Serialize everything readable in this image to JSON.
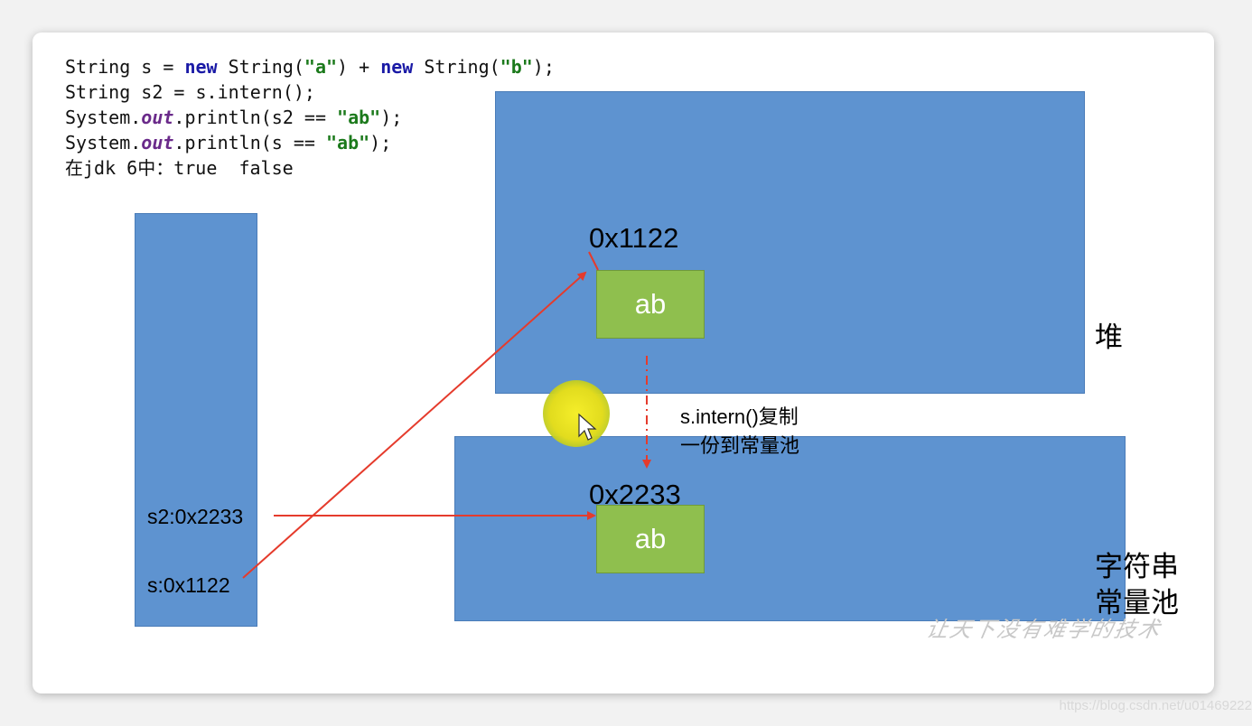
{
  "code": {
    "line1": {
      "p1": "String s = ",
      "k1": "new",
      "p2": " String(",
      "s1": "\"a\"",
      "p3": ") + ",
      "k2": "new",
      "p4": " String(",
      "s2": "\"b\"",
      "p5": ");"
    },
    "line2": {
      "p1": "String s2 = s.intern();"
    },
    "line3": {
      "p1": "System.",
      "f1": "out",
      "p2": ".println(s2 == ",
      "s1": "\"ab\"",
      "p3": ");"
    },
    "line4": {
      "p1": "System.",
      "f1": "out",
      "p2": ".println(s == ",
      "s1": "\"ab\"",
      "p3": ");"
    },
    "line5": {
      "p1": "在jdk 6中：true  false"
    }
  },
  "diagram": {
    "heap_label": "堆",
    "pool_label_line1": "字符串",
    "pool_label_line2": "常量池",
    "heap_address": "0x1122",
    "heap_object": "ab",
    "pool_address": "0x2233",
    "pool_object": "ab",
    "stack_var_s2": "s2:0x2233",
    "stack_var_s": "s:0x1122",
    "intern_note_line1": "s.intern()复制",
    "intern_note_line2": "一份到常量池"
  },
  "watermark": "让天下没有难学的技术",
  "url": "https://blog.csdn.net/u01469222",
  "colors": {
    "box_blue": "#5e93d0",
    "box_green": "#8fbf4e",
    "arrow_red": "#e53b2c",
    "cursor_highlight": "#e8e020"
  },
  "icons": {
    "cursor": "mouse-pointer-icon"
  }
}
